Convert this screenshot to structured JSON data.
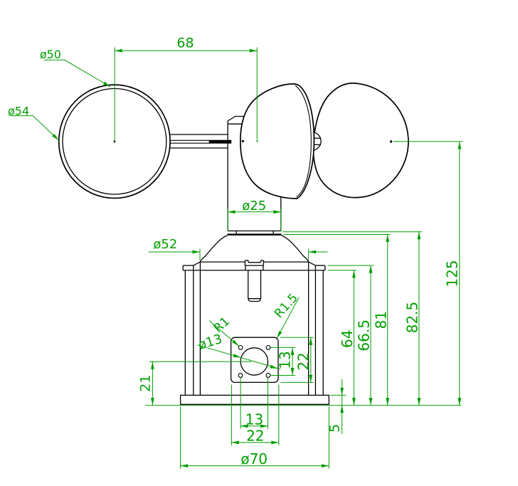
{
  "drawing": {
    "type": "cad-engineering-drawing",
    "subject": "cup-anemometer front view",
    "background_color": "#ffffff",
    "object_line_color": "#000000",
    "dimension_color": "#009e00",
    "labels": {
      "arm_span": "68",
      "cup_outer_dia": "ø54",
      "cup_inner_dia": "ø50",
      "mast_dia": "ø25",
      "bell_dia": "ø52",
      "total_height": "125",
      "height_mast_bottom": "82.5",
      "height_bell_top": "81",
      "height_flange_top": "66.5",
      "height_flange_bottom": "64",
      "base_thickness": "5",
      "hole_center_height": "21",
      "hole_spacing_vertical": "13",
      "plate_height": "22",
      "hole_spacing_horizontal": "13",
      "plate_width": "22",
      "base_dia": "ø70",
      "small_hole_radius": "R1",
      "corner_radius": "R1.5",
      "center_hole_dia": "ø13"
    }
  }
}
